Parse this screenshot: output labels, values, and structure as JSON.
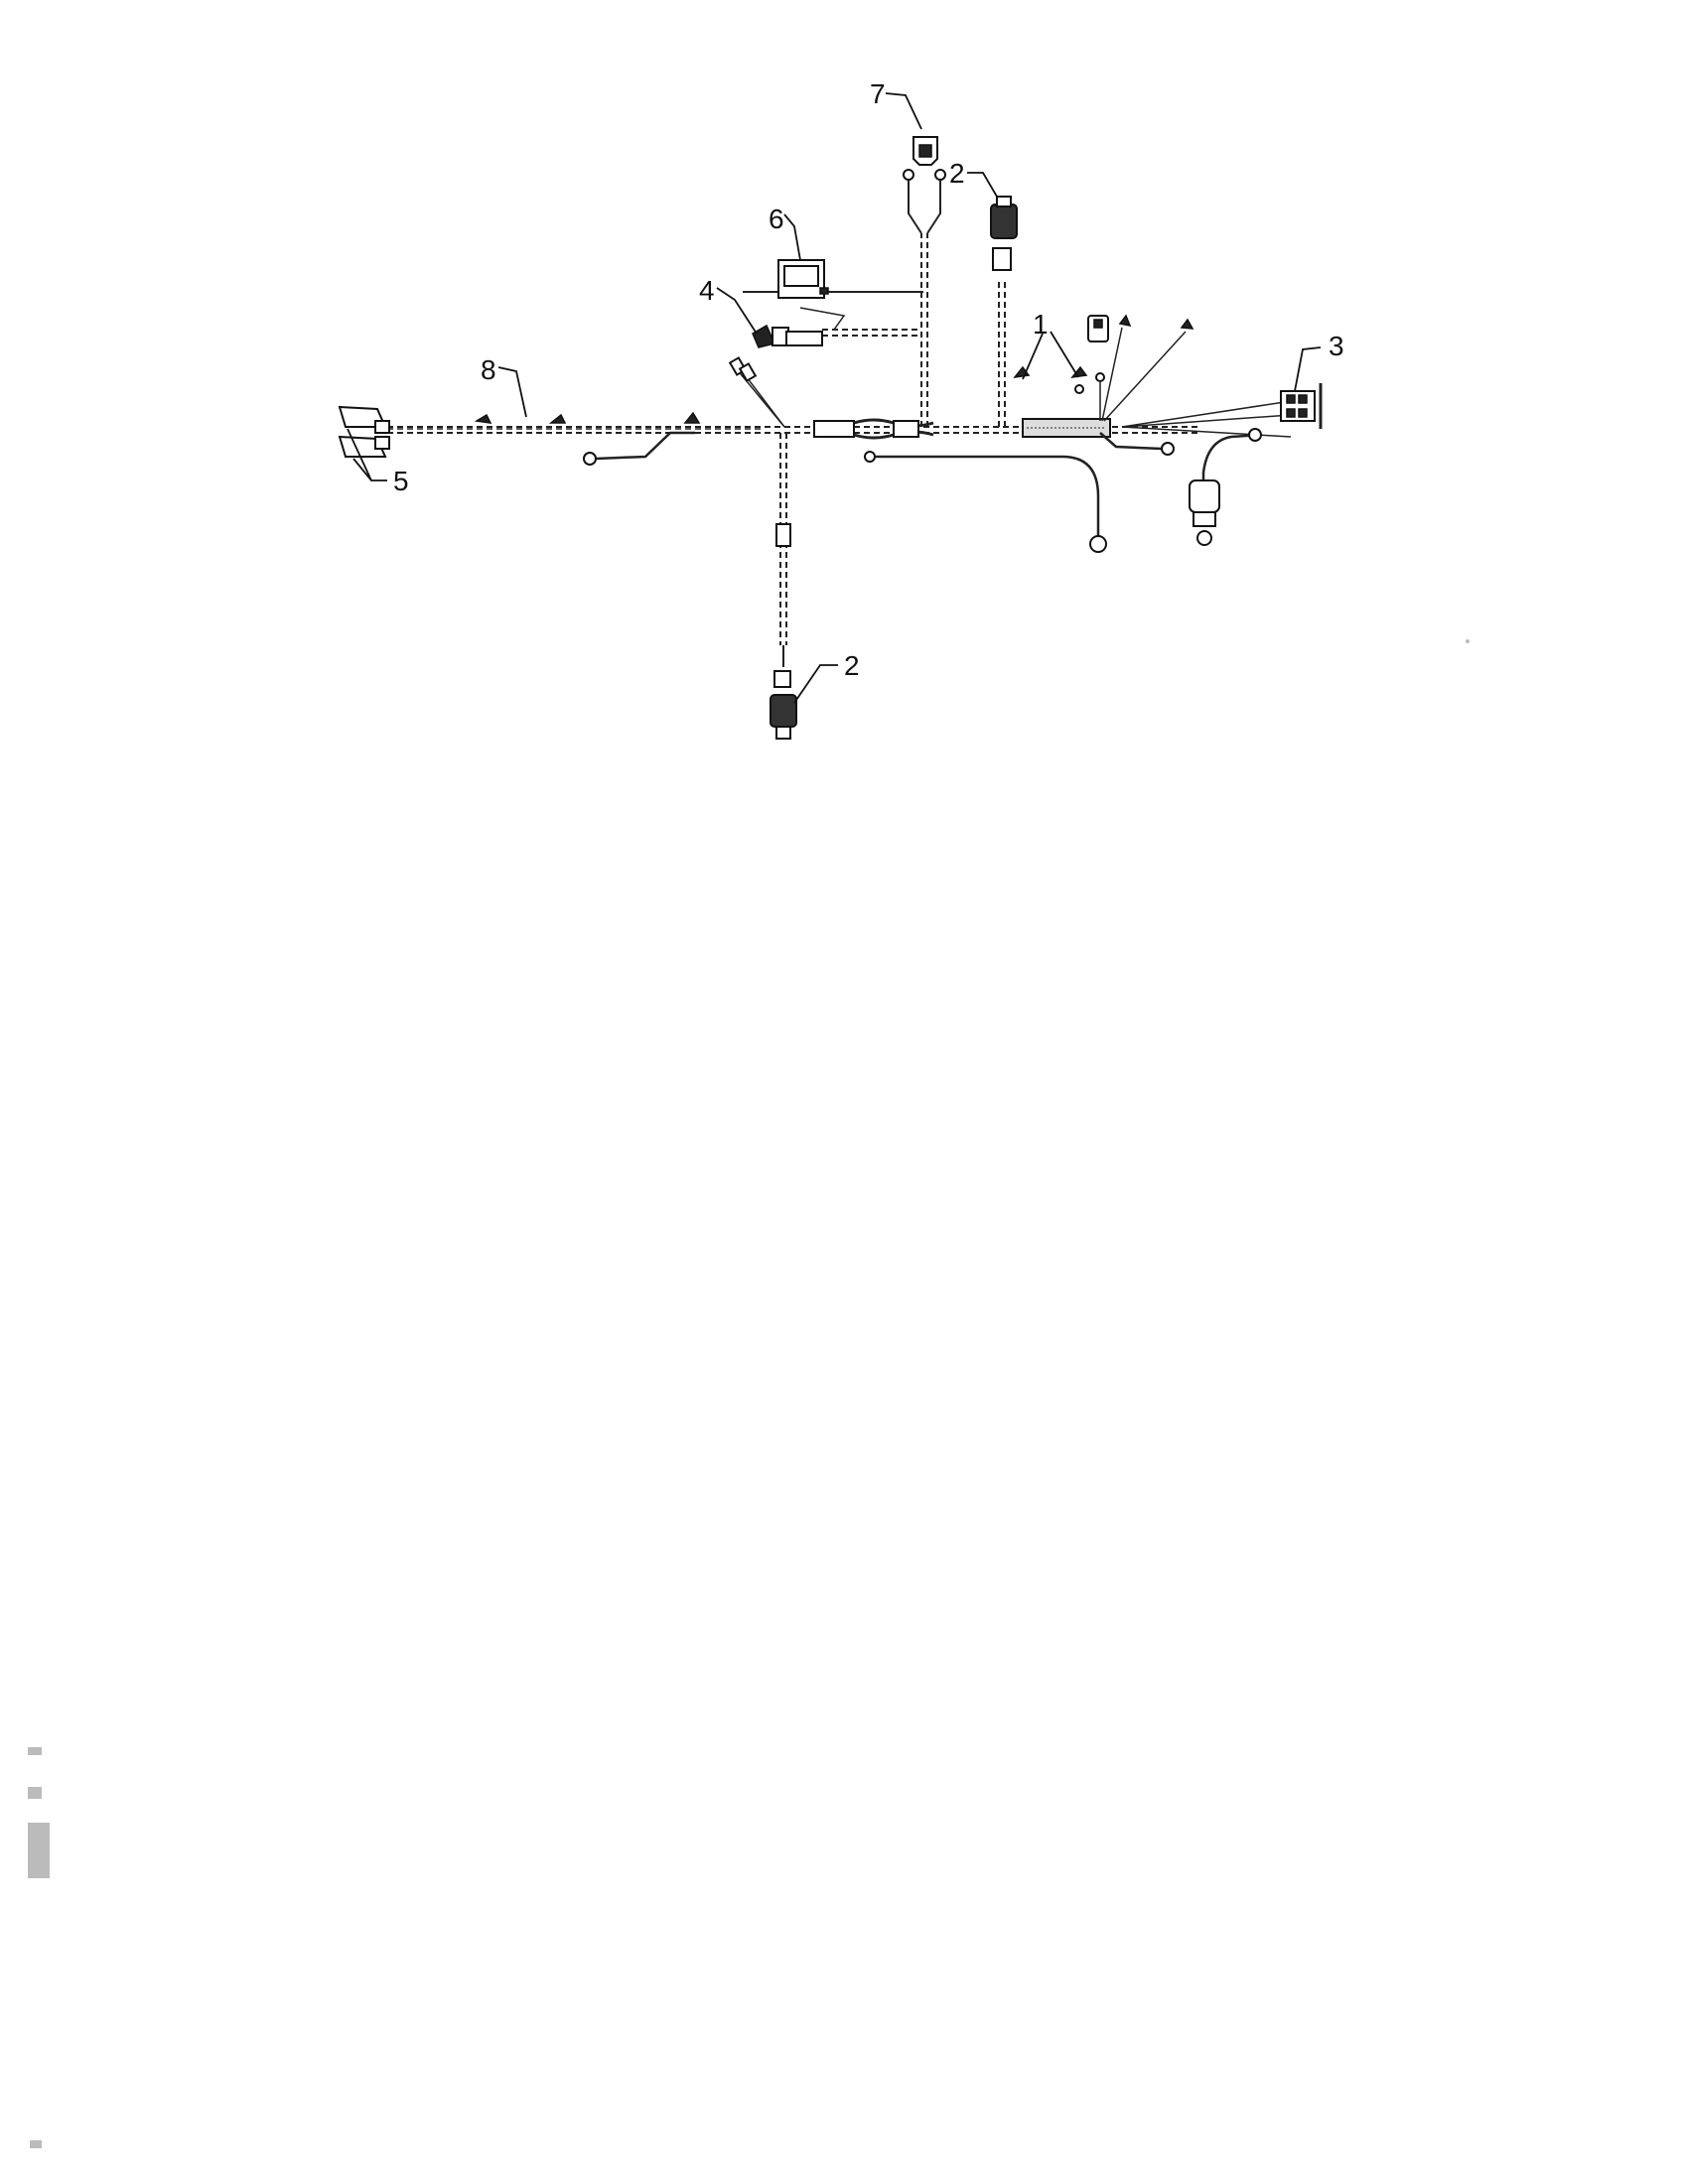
{
  "callouts": {
    "c1": "1",
    "c2_top": "2",
    "c2_bottom": "2",
    "c3": "3",
    "c4": "4",
    "c5": "5",
    "c6": "6",
    "c7": "7",
    "c8": "8"
  }
}
